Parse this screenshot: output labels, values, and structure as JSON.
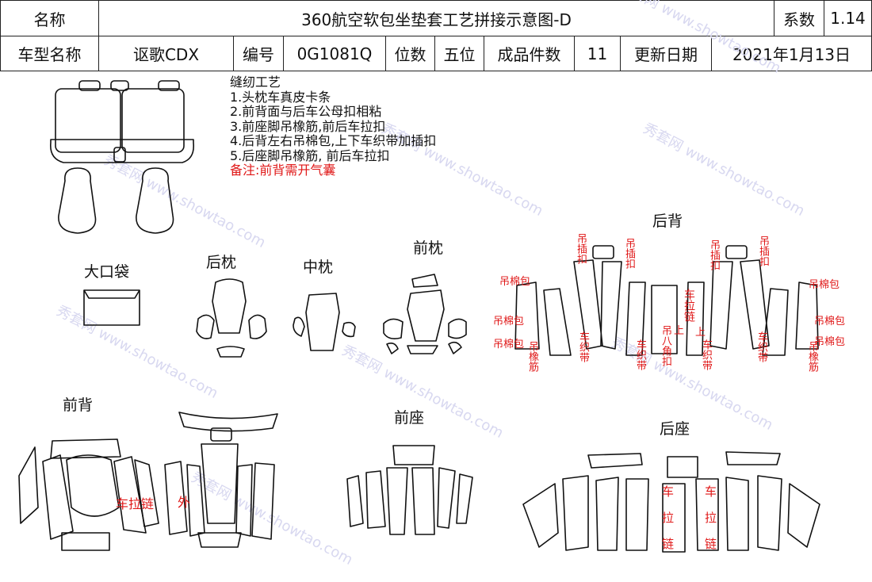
{
  "header": {
    "row1": {
      "name_label": "名称",
      "title": "360航空软包坐垫套工艺拼接示意图-D",
      "coef_label": "系数",
      "coef_value": "1.14"
    },
    "row2": {
      "model_label": "车型名称",
      "model_value": "讴歌CDX",
      "code_label": "编号",
      "code_value": "0G1081Q",
      "seats_label": "位数",
      "seats_value": "五位",
      "pieces_label": "成品件数",
      "pieces_value": "11",
      "date_label": "更新日期",
      "date_value": "2021年1月13日"
    }
  },
  "notes": {
    "heading": "缝纫工艺",
    "lines": [
      "1.头枕车真皮卡条",
      "2.前背面与后车公母扣相粘",
      "3.前座脚吊橡筋,前后车拉扣",
      "4.后背左右吊棉包,上下车织带加插扣",
      "5.后座脚吊橡筋, 前后车拉扣"
    ],
    "remark": "备注:前背需开气囊"
  },
  "sections": {
    "big_pocket": "大口袋",
    "rear_pillow": "后枕",
    "mid_pillow": "中枕",
    "front_pillow": "前枕",
    "rear_back": "后背",
    "front_back": "前背",
    "front_seat": "前座",
    "rear_seat": "后座"
  },
  "annotations": {
    "hang_insert": "吊插扣",
    "hang_cotton": "吊棉包",
    "hang_rubber": "吊橡筋",
    "strap": "车织带",
    "zipper": "车拉链",
    "hang_corner": "吊八角扣",
    "up": "上",
    "outer": "外"
  },
  "watermark": "秀套网 www.showtao.com"
}
